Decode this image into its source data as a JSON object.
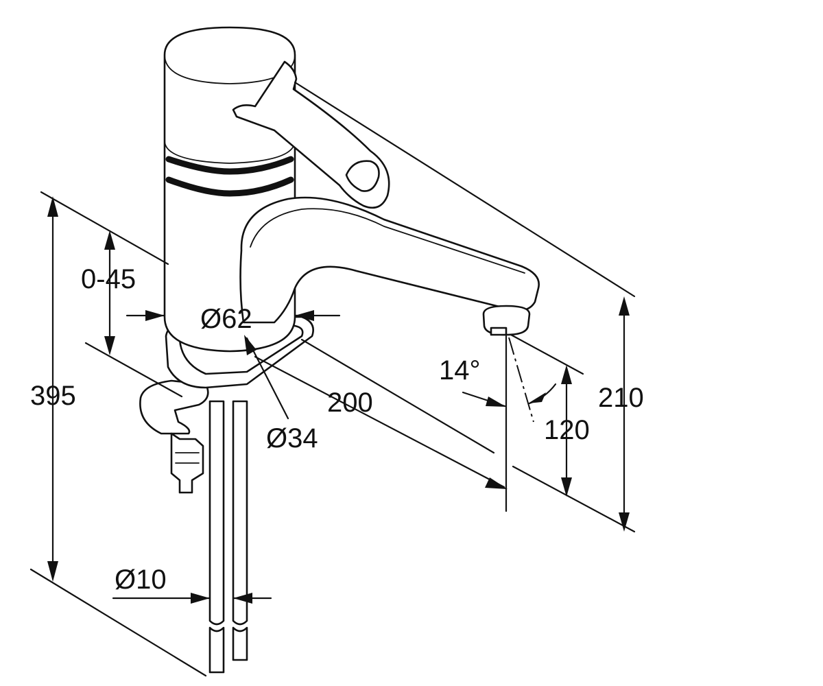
{
  "dimensions": {
    "overall_height": "395",
    "spout_height": "210",
    "outlet_height": "120",
    "spout_reach": "200",
    "body_diameter": "Ø62",
    "mounting_hole_diameter": "Ø34",
    "supply_pipe_diameter": "Ø10",
    "deck_thickness_range": "0-45",
    "outlet_angle": "14°"
  }
}
